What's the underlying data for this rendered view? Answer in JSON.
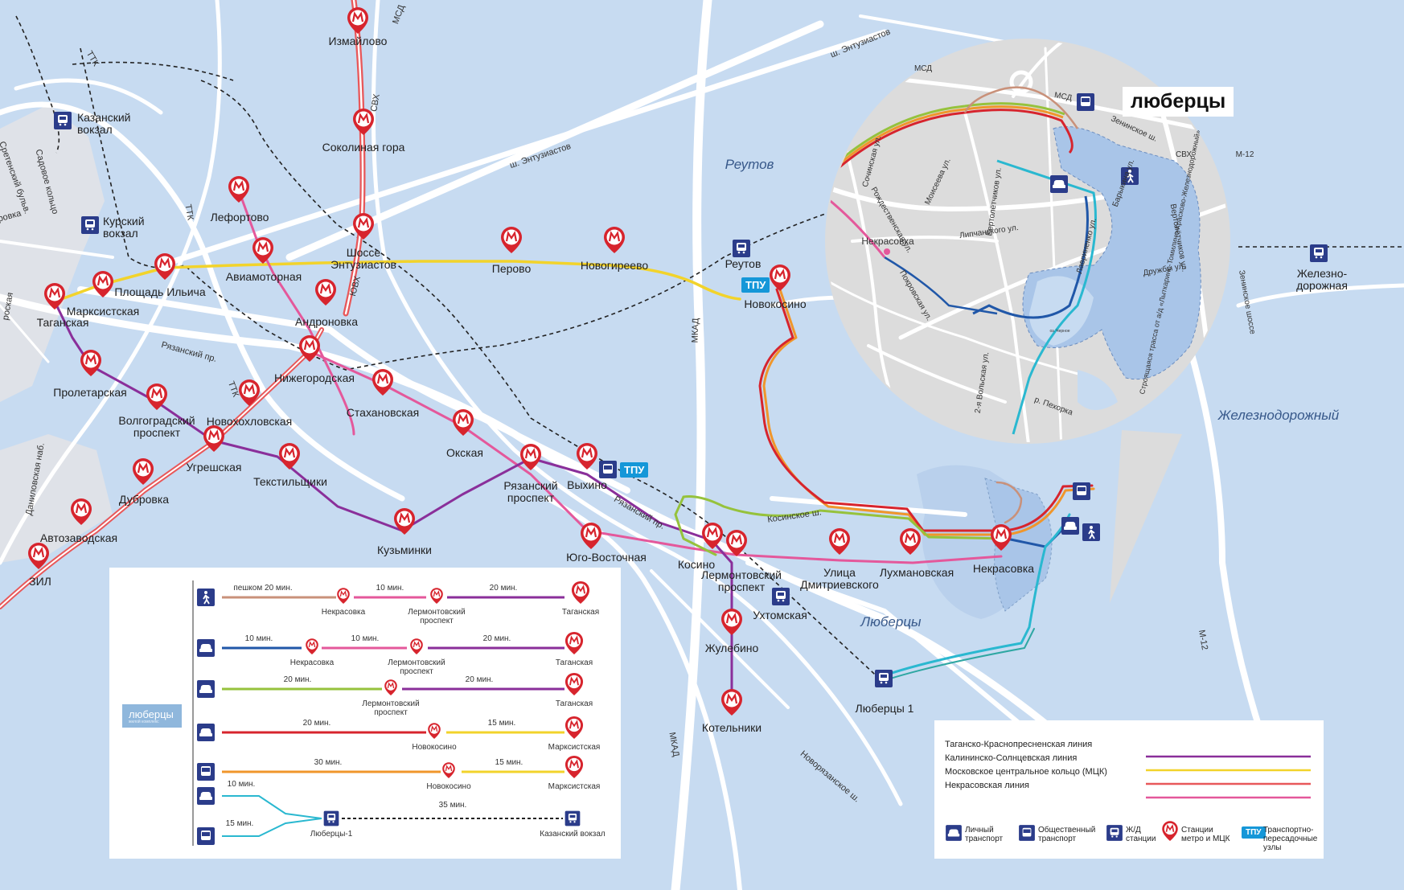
{
  "colors": {
    "water": "#c7dbf1",
    "land": "#dfe2e8",
    "road": "#ffffff",
    "tk": "#8a2f9a",
    "ks": "#f2d32b",
    "mck": "#e8585a",
    "nek": "#e4589b",
    "orange": "#f0962b",
    "green": "#96c23c",
    "blue": "#2057a8",
    "cyan": "#2ab8d0",
    "brown": "#c9917a",
    "metro": "#d7242d",
    "icon": "#2b3c8a",
    "tpu": "#1597d8"
  },
  "metro_stations": [
    {
      "id": "izmaylovo",
      "label": "Измайлово"
    },
    {
      "id": "sokolinaya",
      "label": "Соколиная гора"
    },
    {
      "id": "lefortovo",
      "label": "Лефортово"
    },
    {
      "id": "shosse",
      "label": "Шоссе\nЭнтузиастов"
    },
    {
      "id": "perovo",
      "label": "Перово"
    },
    {
      "id": "novogireevo",
      "label": "Новогиреево"
    },
    {
      "id": "ploshchad",
      "label": "Площадь Ильича"
    },
    {
      "id": "aviamotornaya",
      "label": "Авиамоторная"
    },
    {
      "id": "marksistskaya",
      "label": "Марксистская"
    },
    {
      "id": "taganskaya",
      "label": "Таганская"
    },
    {
      "id": "andronovka",
      "label": "Андроновка"
    },
    {
      "id": "nizhegorodskaya",
      "label": "Нижегородская"
    },
    {
      "id": "proletarskaya",
      "label": "Пролетарская"
    },
    {
      "id": "volgogradsky",
      "label": "Волгоградский\nпроспект"
    },
    {
      "id": "novokhokhlovskaya",
      "label": "Новохохловская"
    },
    {
      "id": "stakhanovskaya",
      "label": "Стахановская"
    },
    {
      "id": "ugreshskaya",
      "label": "Угрешская"
    },
    {
      "id": "okskaya",
      "label": "Окская"
    },
    {
      "id": "tekstilshchiki",
      "label": "Текстильщики"
    },
    {
      "id": "dubrovka",
      "label": "Дубровка"
    },
    {
      "id": "ryazansky",
      "label": "Рязанский\nпроспект"
    },
    {
      "id": "vykhino",
      "label": "Выхино"
    },
    {
      "id": "avtozavodskaya",
      "label": "Автозаводская"
    },
    {
      "id": "kuzminki",
      "label": "Кузьминки"
    },
    {
      "id": "zil",
      "label": "ЗИЛ"
    },
    {
      "id": "yugo",
      "label": "Юго-Восточная"
    },
    {
      "id": "kosino",
      "label": "Косино"
    },
    {
      "id": "lermontovsky",
      "label": "Лермонтовский\nпроспект"
    },
    {
      "id": "ulitsa",
      "label": "Улица\nДмитриевского"
    },
    {
      "id": "lukhmanovskaya",
      "label": "Лухмановская"
    },
    {
      "id": "nekrasovka",
      "label": "Некрасовка"
    },
    {
      "id": "novokosino",
      "label": "Новокосино"
    },
    {
      "id": "zhulebino",
      "label": "Жулебино"
    },
    {
      "id": "kotelniki",
      "label": "Котельники"
    }
  ],
  "rail_stations": [
    {
      "id": "kazansky",
      "label": "Казанский\nвокзал"
    },
    {
      "id": "kursky",
      "label": "Курский\nвокзал"
    },
    {
      "id": "reutov",
      "label": "Реутов"
    },
    {
      "id": "ukhtomskaya",
      "label": "Ухтомская"
    },
    {
      "id": "lyubertsy1",
      "label": "Люберцы 1"
    },
    {
      "id": "zheleznodorozhnaya",
      "label": "Железно-\nдорожная"
    }
  ],
  "tpu_label": "ТПУ",
  "areas": [
    {
      "id": "reutov",
      "label": "Реутов"
    },
    {
      "id": "lyubertsy",
      "label": "Люберцы"
    },
    {
      "id": "zheleznodorozhny",
      "label": "Железнодорожный"
    }
  ],
  "roads": [
    {
      "id": "entuziastov1",
      "label": "ш. Энтузиастов"
    },
    {
      "id": "entuziastov2",
      "label": "ш. Энтузиастов"
    },
    {
      "id": "msd",
      "label": "МСД"
    },
    {
      "id": "svkh",
      "label": "СВХ"
    },
    {
      "id": "yuvkh",
      "label": "ЮВХ"
    },
    {
      "id": "ttk1",
      "label": "ТТК"
    },
    {
      "id": "ttk2",
      "label": "ТТК"
    },
    {
      "id": "ttk3",
      "label": "ТТК"
    },
    {
      "id": "mkad1",
      "label": "МКАД"
    },
    {
      "id": "mkad2",
      "label": "МКАД"
    },
    {
      "id": "ryazansky_pr",
      "label": "Рязанский пр."
    },
    {
      "id": "ryazansky_pr2",
      "label": "Рязанский пр."
    },
    {
      "id": "kosinskoe",
      "label": "Косинское ш."
    },
    {
      "id": "novoryazanskoe",
      "label": "Новорязанское ш."
    },
    {
      "id": "m12",
      "label": "М-12"
    },
    {
      "id": "sadovoe",
      "label": "Садовое кольцо"
    },
    {
      "id": "sretensky",
      "label": "Сретенский бульв."
    },
    {
      "id": "danilovskaya",
      "label": "Даниловская наб."
    },
    {
      "id": "rovka",
      "label": "ровка"
    },
    {
      "id": "roskaya",
      "label": "роская"
    }
  ],
  "inset": {
    "callout": "люберцы",
    "labels": [
      {
        "id": "i_msd",
        "label": "МСД"
      },
      {
        "id": "i_msd2",
        "label": "МСД"
      },
      {
        "id": "i_zenin",
        "label": "Зенинское ш."
      },
      {
        "id": "i_svkh",
        "label": "СВХ"
      },
      {
        "id": "i_m12",
        "label": "М-12"
      },
      {
        "id": "i_sochin",
        "label": "Сочинская ул."
      },
      {
        "id": "i_moiseeva",
        "label": "Моисеева ул."
      },
      {
        "id": "i_rozhd",
        "label": "Рождественская ул."
      },
      {
        "id": "i_lipch",
        "label": "Липчанского ул."
      },
      {
        "id": "i_vertol",
        "label": "Вертолётчиков ул."
      },
      {
        "id": "i_barykina",
        "label": "Барыкина ул."
      },
      {
        "id": "i_vertol2",
        "label": "Вертолётчиков ул."
      },
      {
        "id": "i_druzhby",
        "label": "Дружбы ул."
      },
      {
        "id": "i_lavrinenko",
        "label": "Лавриненко ул."
      },
      {
        "id": "i_pokrovskaya",
        "label": "Покровская ул."
      },
      {
        "id": "i_volskaya",
        "label": "2-я Вольская ул."
      },
      {
        "id": "i_nekrasovka",
        "label": "Некрасовка"
      },
      {
        "id": "i_pekorka",
        "label": "р. Пехорка"
      },
      {
        "id": "i_chernoe",
        "label": "оз. Черное"
      },
      {
        "id": "i_trassa",
        "label": "Строящаяся трасса от а/д «Лыткарино-Томилино-Красково-Железнодорожный»"
      },
      {
        "id": "i_zenin2",
        "label": "Зенинское шоссе"
      }
    ]
  },
  "routes": {
    "rows": [
      {
        "mode": "walk",
        "segments": [
          {
            "label": "пешком 20 мин."
          },
          {
            "label": "10 мин."
          },
          {
            "label": "20 мин."
          }
        ],
        "stops": [
          "Некрасовка",
          "Лермонтовский\nпроспект",
          "Таганская"
        ]
      },
      {
        "mode": "car",
        "segments": [
          {
            "label": "10 мин."
          },
          {
            "label": "10 мин."
          },
          {
            "label": "20 мин."
          }
        ],
        "stops": [
          "Некрасовка",
          "Лермонтовский\nпроспект",
          "Таганская"
        ]
      },
      {
        "mode": "car",
        "segments": [
          {
            "label": "20 мин."
          },
          {
            "label": "20 мин."
          }
        ],
        "stops": [
          "Лермонтовский\nпроспект",
          "Таганская"
        ]
      },
      {
        "mode": "car",
        "segments": [
          {
            "label": "20 мин."
          },
          {
            "label": "15 мин."
          }
        ],
        "stops": [
          "Новокосино",
          "Марксистская"
        ]
      },
      {
        "mode": "bus",
        "segments": [
          {
            "label": "30 мин."
          },
          {
            "label": "15 мин."
          }
        ],
        "stops": [
          "Новокосино",
          "Марксистская"
        ]
      },
      {
        "mode": "mixed",
        "segments": [
          {
            "label": "10 мин."
          },
          {
            "label": "15 мин."
          },
          {
            "label": "35 мин."
          }
        ],
        "stops": [
          "Люберцы-1",
          "Казанский вокзал"
        ]
      }
    ],
    "brand": "люберцы",
    "brand_sub": "жилой комплекс"
  },
  "legend": {
    "lines": [
      {
        "label": "Таганско-Краснопресненская линия",
        "color": "#8a2f9a"
      },
      {
        "label": "Калининско-Солнцевская линия",
        "color": "#f2d32b"
      },
      {
        "label": "Московское центральное кольцо (МЦК)",
        "color": "#e8585a"
      },
      {
        "label": "Некрасовская линия",
        "color": "#e4589b"
      }
    ],
    "icons": [
      {
        "label": "Личный\nтранспорт",
        "icon": "car-icon"
      },
      {
        "label": "Общественный\nтранспорт",
        "icon": "bus-icon"
      },
      {
        "label": "Ж/Д\nстанции",
        "icon": "train-icon"
      },
      {
        "label": "Станции\nметро и МЦК",
        "icon": "metro-icon"
      },
      {
        "label": "Транспортно-\nпересадочные\nузлы",
        "icon": "tpu-icon"
      }
    ],
    "tpu_badge": "ТПУ"
  }
}
